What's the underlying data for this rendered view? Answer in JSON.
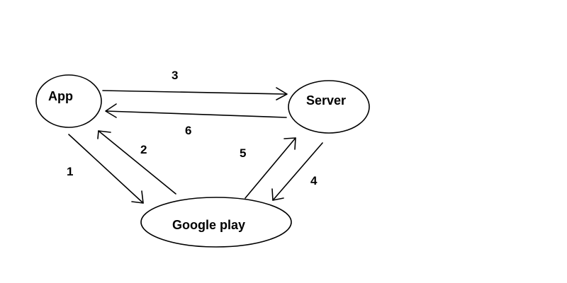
{
  "diagram": {
    "nodes": {
      "app": {
        "label": "App"
      },
      "server": {
        "label": "Server"
      },
      "google_play": {
        "label": "Google play"
      }
    },
    "edges": [
      {
        "id": "1",
        "label": "1",
        "from": "app",
        "to": "google_play"
      },
      {
        "id": "2",
        "label": "2",
        "from": "google_play",
        "to": "app"
      },
      {
        "id": "3",
        "label": "3",
        "from": "app",
        "to": "server"
      },
      {
        "id": "4",
        "label": "4",
        "from": "server",
        "to": "google_play"
      },
      {
        "id": "5",
        "label": "5",
        "from": "google_play",
        "to": "server"
      },
      {
        "id": "6",
        "label": "6",
        "from": "server",
        "to": "app"
      }
    ],
    "colors": {
      "stroke": "#000000",
      "fill": "#ffffff",
      "background": "#ffffff"
    }
  }
}
